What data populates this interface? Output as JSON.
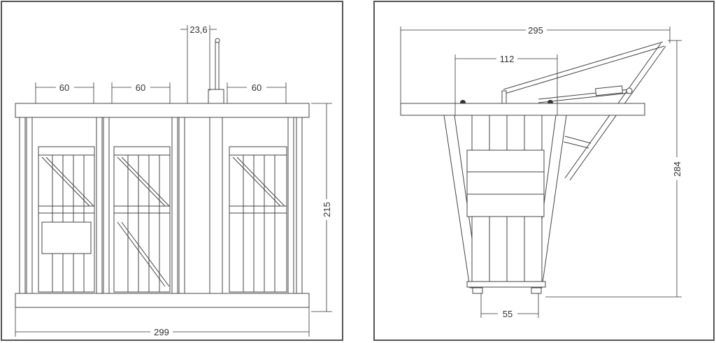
{
  "front_view": {
    "dim_gate_1": "60",
    "dim_gate_2": "60",
    "dim_gate_3": "60",
    "dim_lever": "23,6",
    "dim_height": "215",
    "dim_width": "299"
  },
  "side_view": {
    "dim_overall_width": "295",
    "dim_inner_width": "112",
    "dim_height": "284",
    "dim_base": "55"
  },
  "colors": {
    "line": "#444444",
    "frame": "#555555"
  }
}
